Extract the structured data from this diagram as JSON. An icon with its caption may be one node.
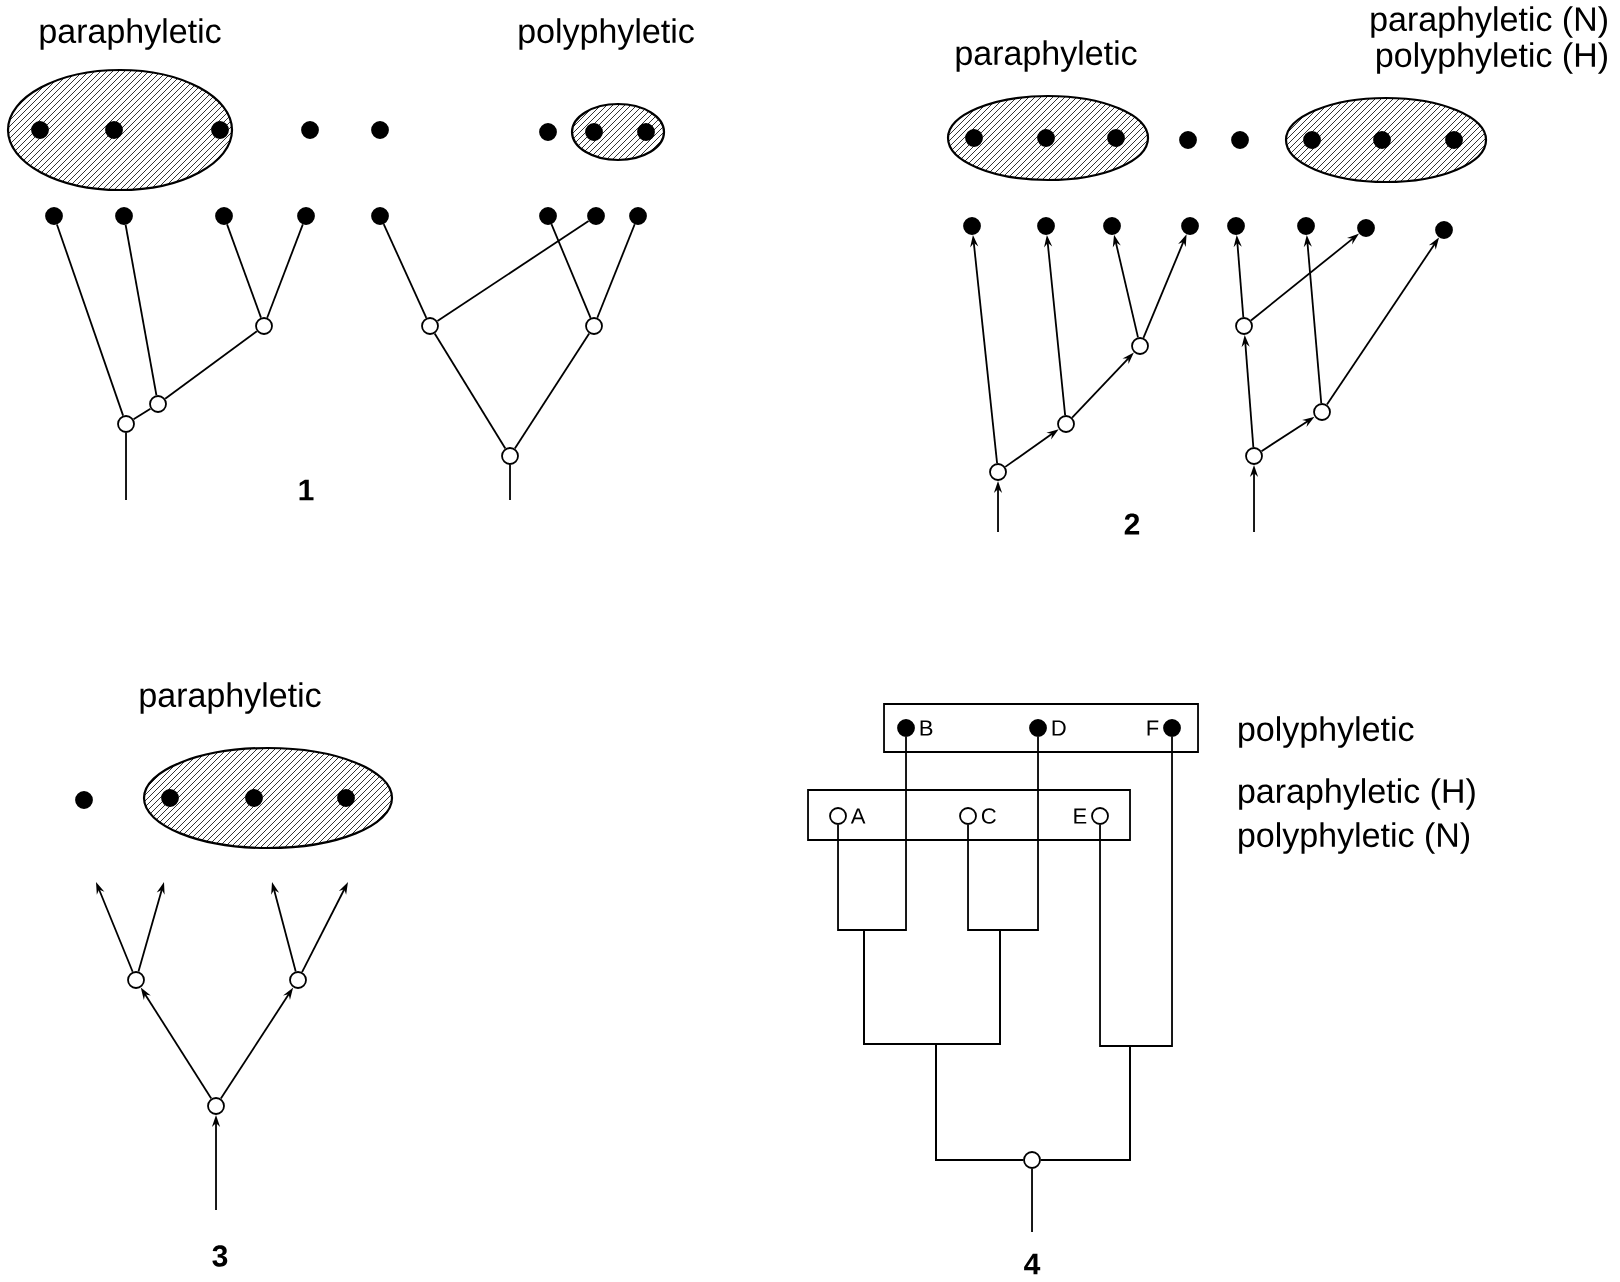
{
  "diagram": {
    "nodes": [
      {
        "text": [
          "paraphyletic"
        ]
      },
      {
        "text": [],
        "shape": "dot",
        "in": 0
      },
      {
        "text": [],
        "shape": "dot",
        "in": 0
      },
      {
        "text": [],
        "shape": "dot",
        "in": 0
      },
      {
        "text": [],
        "shape": "dot"
      },
      {
        "text": [],
        "shape": "dot"
      },
      {
        "text": [],
        "shape": "dot"
      },
      {
        "text": [
          "polyphyletic"
        ]
      },
      {
        "text": [],
        "shape": "dot",
        "in": 7
      },
      {
        "text": [],
        "shape": "dot",
        "in": 7
      },
      {
        "text": [],
        "shape": "dot"
      },
      {
        "text": [],
        "shape": "dot"
      },
      {
        "text": [],
        "shape": "dot"
      },
      {
        "text": [],
        "shape": "dot"
      },
      {
        "text": [],
        "shape": "dot"
      },
      {
        "text": [],
        "shape": "dot"
      },
      {
        "text": [],
        "shape": "dot"
      },
      {
        "text": [],
        "shape": "dot"
      },
      {
        "text": [],
        "shape": "circle"
      },
      {
        "text": [],
        "shape": "circle"
      },
      {
        "text": [],
        "shape": "circle"
      },
      {
        "text": [],
        "shape": "circle"
      },
      {
        "text": [],
        "shape": "circle"
      },
      {
        "text": [],
        "shape": "circle"
      },
      {
        "text": [
          "paraphyletic"
        ]
      },
      {
        "text": [],
        "shape": "dot",
        "in": 24
      },
      {
        "text": [],
        "shape": "dot",
        "in": 24
      },
      {
        "text": [],
        "shape": "dot",
        "in": 24
      },
      {
        "text": [],
        "shape": "dot"
      },
      {
        "text": [],
        "shape": "dot"
      },
      {
        "text": [
          "paraphyletic (N)",
          "polyphyletic (H)"
        ]
      },
      {
        "text": [],
        "shape": "dot",
        "in": 30
      },
      {
        "text": [],
        "shape": "dot",
        "in": 30
      },
      {
        "text": [],
        "shape": "dot",
        "in": 30
      },
      {
        "text": [],
        "shape": "dot"
      },
      {
        "text": [],
        "shape": "dot"
      },
      {
        "text": [],
        "shape": "dot"
      },
      {
        "text": [],
        "shape": "dot"
      },
      {
        "text": [],
        "shape": "dot"
      },
      {
        "text": [],
        "shape": "dot"
      },
      {
        "text": [],
        "shape": "dot"
      },
      {
        "text": [],
        "shape": "dot"
      },
      {
        "text": [],
        "shape": "circle"
      },
      {
        "text": [],
        "shape": "circle"
      },
      {
        "text": [],
        "shape": "circle"
      },
      {
        "text": [],
        "shape": "circle"
      },
      {
        "text": [],
        "shape": "circle"
      },
      {
        "text": [],
        "shape": "circle"
      },
      {
        "text": [],
        "shape": "dot"
      },
      {
        "text": [
          "paraphyletic"
        ]
      },
      {
        "text": [],
        "shape": "dot",
        "in": 49
      },
      {
        "text": [],
        "shape": "dot",
        "in": 49
      },
      {
        "text": [],
        "shape": "dot",
        "in": 49
      },
      {
        "text": [],
        "shape": "circle"
      },
      {
        "text": [],
        "shape": "circle"
      },
      {
        "text": [],
        "shape": "circle"
      },
      {
        "text": [
          "polyphyletic"
        ]
      },
      {
        "text": [
          "B"
        ],
        "in": 56
      },
      {
        "text": [
          "D"
        ],
        "in": 56
      },
      {
        "text": [
          "F"
        ],
        "in": 56
      },
      {
        "text": [],
        "shape": "box"
      },
      {
        "text": [
          "A"
        ],
        "in": 60
      },
      {
        "text": [
          "C"
        ],
        "in": 60
      },
      {
        "text": [
          "E"
        ],
        "in": 60
      },
      {
        "text": [],
        "shape": "circle"
      }
    ],
    "edges": [
      {
        "from": null,
        "to": 22,
        "arrow": "none"
      },
      {
        "from": 22,
        "to": 10,
        "arrow": "none"
      },
      {
        "from": 22,
        "to": 21,
        "arrow": "none"
      },
      {
        "from": 21,
        "to": 11,
        "arrow": "none"
      },
      {
        "from": 21,
        "to": 18,
        "arrow": "none"
      },
      {
        "from": 18,
        "to": 12,
        "arrow": "none"
      },
      {
        "from": 18,
        "to": 13,
        "arrow": "none"
      },
      {
        "from": null,
        "to": 23,
        "arrow": "none"
      },
      {
        "from": 23,
        "to": 19,
        "arrow": "none"
      },
      {
        "from": 23,
        "to": 20,
        "arrow": "none"
      },
      {
        "from": 19,
        "to": 14,
        "arrow": "none"
      },
      {
        "from": 19,
        "to": 16,
        "arrow": "none"
      },
      {
        "from": 20,
        "to": 15,
        "arrow": "none"
      },
      {
        "from": 20,
        "to": 17,
        "arrow": "none"
      },
      {
        "from": null,
        "to": 47,
        "arrow": "to"
      },
      {
        "from": 47,
        "to": 34,
        "arrow": "to"
      },
      {
        "from": 47,
        "to": 45,
        "arrow": "to"
      },
      {
        "from": 45,
        "to": 35,
        "arrow": "to"
      },
      {
        "from": 45,
        "to": 43,
        "arrow": "to"
      },
      {
        "from": 43,
        "to": 36,
        "arrow": "to"
      },
      {
        "from": 43,
        "to": 37,
        "arrow": "to"
      },
      {
        "from": null,
        "to": 46,
        "arrow": "to"
      },
      {
        "from": 46,
        "to": 42,
        "arrow": "to"
      },
      {
        "from": 46,
        "to": 44,
        "arrow": "to"
      },
      {
        "from": 42,
        "to": 38,
        "arrow": "to"
      },
      {
        "from": 42,
        "to": 40,
        "arrow": "to"
      },
      {
        "from": 44,
        "to": 39,
        "arrow": "to"
      },
      {
        "from": 44,
        "to": 41,
        "arrow": "to"
      },
      {
        "from": null,
        "to": 55,
        "arrow": "to"
      },
      {
        "from": 55,
        "to": 53,
        "arrow": "to"
      },
      {
        "from": 55,
        "to": 54,
        "arrow": "to"
      },
      {
        "from": 53,
        "to": null,
        "arrow": "to"
      },
      {
        "from": 53,
        "to": null,
        "arrow": "to"
      },
      {
        "from": 54,
        "to": null,
        "arrow": "to"
      },
      {
        "from": 54,
        "to": null,
        "arrow": "to"
      },
      {
        "from": null,
        "to": 64,
        "arrow": "none"
      },
      {
        "from": 64,
        "to": 61,
        "arrow": "none"
      },
      {
        "from": 64,
        "to": 57,
        "arrow": "none"
      },
      {
        "from": 64,
        "to": 62,
        "arrow": "none"
      },
      {
        "from": 64,
        "to": 58,
        "arrow": "none"
      },
      {
        "from": 64,
        "to": 63,
        "arrow": "none"
      },
      {
        "from": 64,
        "to": 59,
        "arrow": "none"
      }
    ],
    "labels": [
      "1",
      "2",
      "paraphyletic (H)",
      "polyphyletic (N)",
      "3",
      "4"
    ]
  }
}
